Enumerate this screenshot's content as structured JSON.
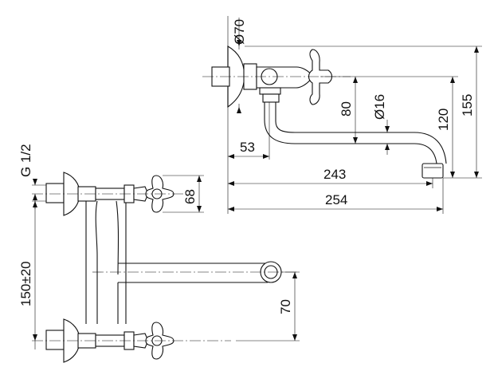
{
  "dimensions": {
    "dia70": "Ø70",
    "d80": "80",
    "dia16": "Ø16",
    "d120": "120",
    "d155": "155",
    "d53": "53",
    "d243": "243",
    "d254": "254",
    "g12": "G 1/2",
    "d68": "68",
    "d150": "150±20",
    "d70": "70"
  }
}
